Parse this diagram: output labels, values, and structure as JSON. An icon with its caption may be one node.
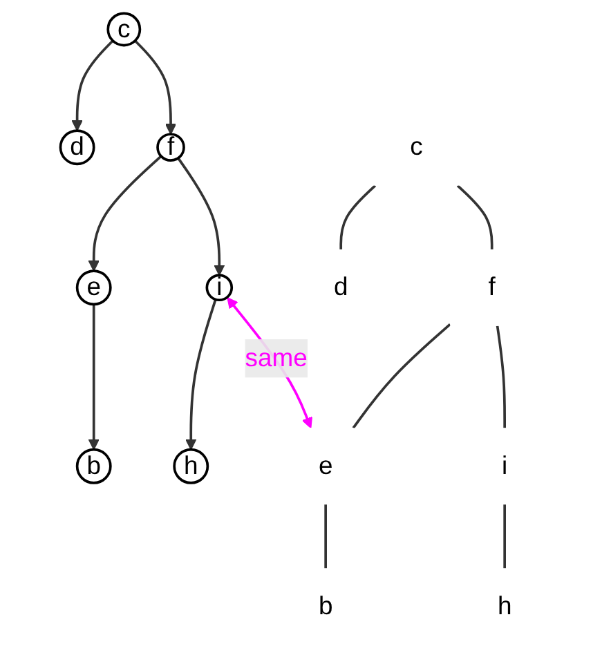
{
  "diagram": {
    "nodes": [
      {
        "text": [
          "c"
        ]
      },
      {
        "text": [
          "d"
        ]
      },
      {
        "text": [
          "f"
        ]
      },
      {
        "text": [
          "e"
        ]
      },
      {
        "text": [
          "b"
        ]
      },
      {
        "text": [
          "i"
        ]
      },
      {
        "text": [
          "h"
        ]
      },
      {
        "text": [
          "c"
        ]
      },
      {
        "text": [
          "d"
        ]
      },
      {
        "text": [
          "f"
        ]
      },
      {
        "text": [
          "e"
        ]
      },
      {
        "text": [
          "i"
        ]
      },
      {
        "text": [
          "b"
        ]
      },
      {
        "text": [
          "h"
        ]
      }
    ],
    "edges": [
      {
        "from": 0,
        "to": 1,
        "arrow": "to"
      },
      {
        "from": 0,
        "to": 2,
        "arrow": "to"
      },
      {
        "from": 2,
        "to": 3,
        "arrow": "to"
      },
      {
        "from": 3,
        "to": 4,
        "arrow": "to"
      },
      {
        "from": 2,
        "to": 5,
        "arrow": "to"
      },
      {
        "from": 5,
        "to": 6,
        "arrow": "to"
      },
      {
        "from": 7,
        "to": 8,
        "arrow": "none"
      },
      {
        "from": 7,
        "to": 9,
        "arrow": "none"
      },
      {
        "from": 9,
        "to": 10,
        "arrow": "none"
      },
      {
        "from": 9,
        "to": 11,
        "arrow": "none"
      },
      {
        "from": 10,
        "to": 12,
        "arrow": "none"
      },
      {
        "from": 11,
        "to": 13,
        "arrow": "none"
      },
      {
        "from": 5,
        "to": 10,
        "arrow": "both",
        "label": "same",
        "color": "#ff00ff"
      }
    ]
  }
}
